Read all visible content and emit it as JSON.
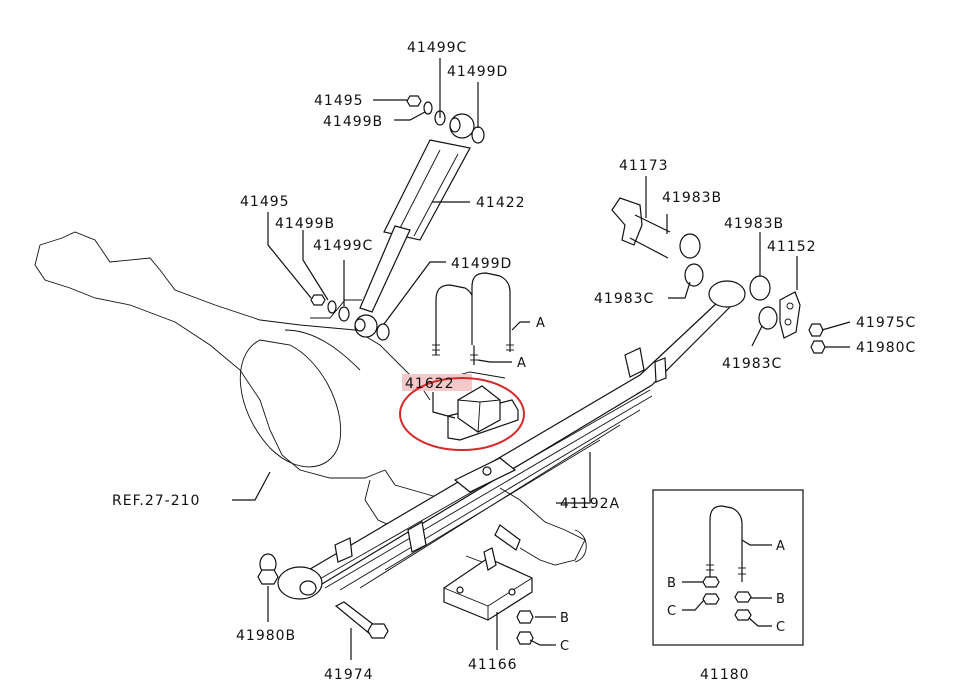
{
  "diagram": {
    "labels": {
      "p41499c_top": "41499C",
      "p41499d_top": "41499D",
      "p41495_top": "41495",
      "p41499b_top": "41499B",
      "p41422": "41422",
      "p41495_left": "41495",
      "p41499b_left": "41499B",
      "p41499c_left": "41499C",
      "p41499d_mid": "41499D",
      "p41173": "41173",
      "p41983b_a": "41983B",
      "p41983b_b": "41983B",
      "p41152": "41152",
      "p41983c_a": "41983C",
      "p41975c": "41975C",
      "p41980c": "41980C",
      "p41983c_b": "41983C",
      "p41622": "41622",
      "ref": "REF.27-210",
      "p41192a": "41192A",
      "p41980b": "41980B",
      "p41974": "41974",
      "p41166": "41166",
      "p41180": "41180",
      "a1": "A",
      "a2": "A",
      "a3": "A",
      "b1": "B",
      "c1": "C",
      "b2": "B",
      "c2": "C",
      "b3": "B",
      "c3": "C"
    },
    "highlight_color": "#d42a2a",
    "highlight_fill": "#f4c9c9"
  }
}
